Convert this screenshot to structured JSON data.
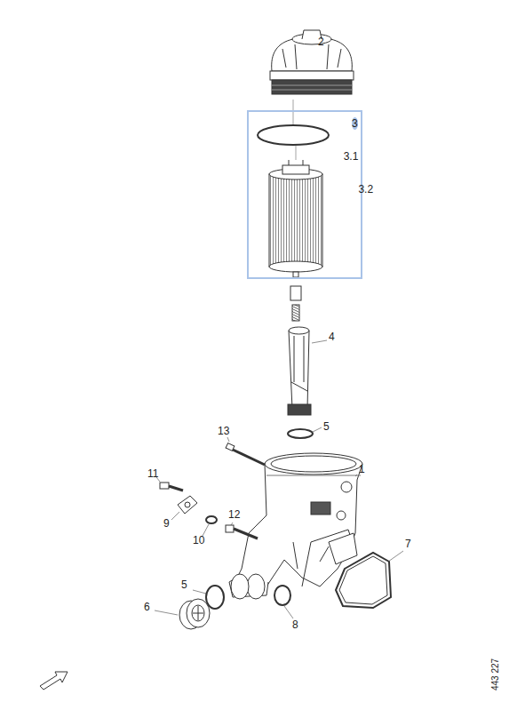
{
  "diagram": {
    "nodes": [
      {
        "text": [
          "3",
          "3.1",
          "3.2"
        ]
      }
    ],
    "labels": [
      "2",
      "4",
      "5",
      "13",
      "1",
      "11",
      "9",
      "12",
      "10",
      "5",
      "6",
      "8",
      "7",
      "443 227"
    ]
  }
}
